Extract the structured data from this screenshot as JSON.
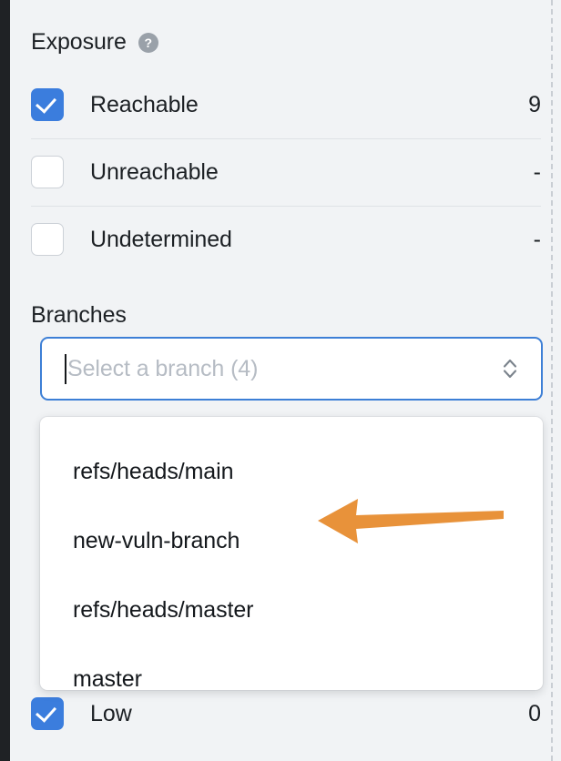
{
  "theme": {
    "accent_blue": "#3b7ddd",
    "focus_blue": "#3d7fd6",
    "panel_bg": "#f1f3f5",
    "annotation_orange": "#e8923a",
    "text_primary": "#1c2024",
    "placeholder_gray": "#b6bcc4",
    "rail_dark": "#1f2225"
  },
  "exposure": {
    "heading": "Exposure",
    "help_icon_glyph": "?",
    "rows": [
      {
        "label": "Reachable",
        "count": "9",
        "checked": true
      },
      {
        "label": "Unreachable",
        "count": "-",
        "checked": false
      },
      {
        "label": "Undetermined",
        "count": "-",
        "checked": false
      }
    ]
  },
  "branches": {
    "heading": "Branches",
    "select": {
      "placeholder": "Select a branch (4)",
      "value": "",
      "focused": true,
      "stepper_icon": "chevron-up-down-icon"
    },
    "dropdown": {
      "open": true,
      "options": [
        {
          "label": "refs/heads/main"
        },
        {
          "label": "new-vuln-branch"
        },
        {
          "label": "refs/heads/master"
        },
        {
          "label": "master"
        }
      ]
    }
  },
  "severity_partial": {
    "label": "Low",
    "count": "0",
    "checked": true
  },
  "annotation": {
    "type": "arrow",
    "direction": "left",
    "points_at": "new-vuln-branch",
    "color": "#e8923a"
  }
}
